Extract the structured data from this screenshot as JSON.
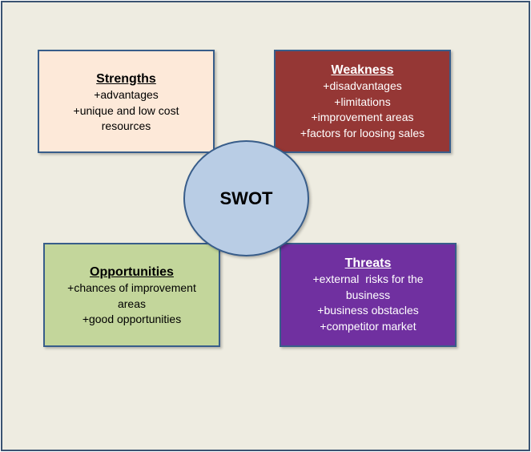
{
  "center": {
    "label": "SWOT"
  },
  "strengths": {
    "title": "Strengths",
    "lines": [
      "+advantages",
      "+unique and low cost",
      "resources"
    ]
  },
  "weakness": {
    "title": "Weakness",
    "lines": [
      "+disadvantages",
      "+limitations",
      "+improvement areas",
      "+factors for loosing sales"
    ]
  },
  "opportunities": {
    "title": "Opportunities",
    "lines": [
      "+chances of improvement",
      "areas",
      "+good opportunities"
    ]
  },
  "threats": {
    "title": "Threats",
    "lines": [
      "+external  risks for the",
      "business",
      "+business obstacles",
      "+competitor market"
    ]
  },
  "colors": {
    "background": "#eeece1",
    "border": "#385d8a",
    "strengths_fill": "#fde9d9",
    "weakness_fill": "#953735",
    "opportunities_fill": "#c3d69b",
    "threats_fill": "#7030a0",
    "center_fill": "#b9cde5"
  }
}
